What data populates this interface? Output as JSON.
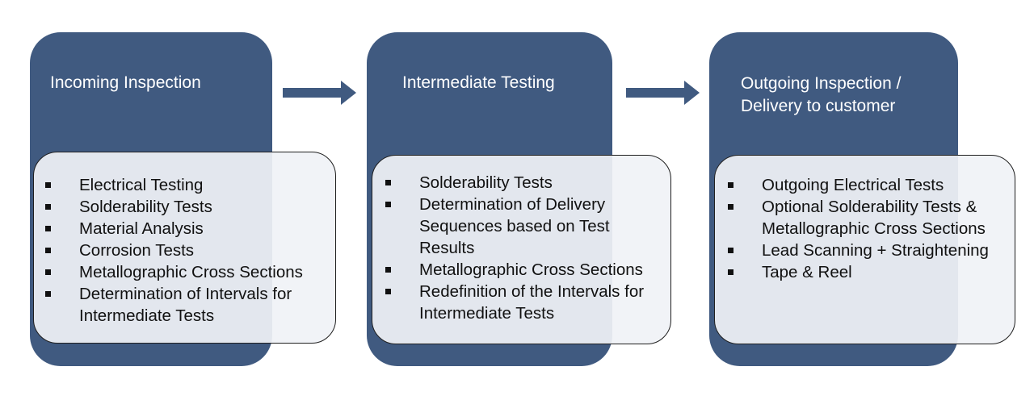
{
  "stages": [
    {
      "title": "Incoming Inspection",
      "items": [
        "Electrical Testing",
        "Solderability Tests",
        "Material Analysis",
        "Corrosion Tests",
        "Metallographic Cross Sections",
        "Determination of Intervals for Intermediate Tests"
      ]
    },
    {
      "title": "Intermediate Testing",
      "items": [
        "Solderability Tests",
        "Determination of Delivery Sequences based on Test Results",
        "Metallographic Cross Sections",
        "Redefinition of the Intervals for Intermediate Tests"
      ]
    },
    {
      "title": "Outgoing Inspection / Delivery to customer",
      "items": [
        "Outgoing Electrical Tests",
        "Optional Solderability Tests & Metallographic Cross Sections",
        "Lead Scanning + Straightening",
        "Tape & Reel"
      ]
    }
  ],
  "colors": {
    "stage_fill": "#405a80",
    "panel_fill": "#f0f2f6",
    "text": "#111111",
    "title_text": "#ffffff"
  },
  "icons": [
    "right-arrow-icon",
    "square-bullet-icon"
  ]
}
